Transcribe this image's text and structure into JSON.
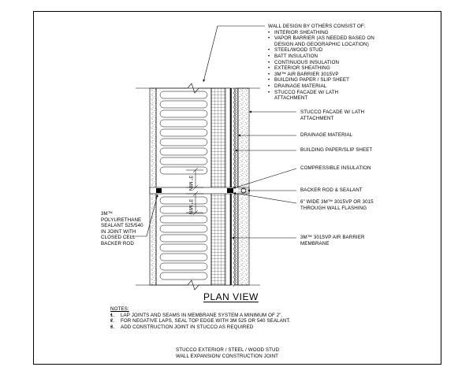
{
  "wall_design": {
    "heading": "WALL DESIGN BY OTHERS CONSIST OF:",
    "items": [
      "INTERIOR SHEATHING",
      "VAPOR BARRIER (AS NEEDED BASED ON DESIGN AND GEOGRAPHIC LOCATION)",
      "STEEL/WOOD STUD",
      "BATT INSULATION",
      "CONTINUOUS INSULATION",
      "EXTERIOR SHEATHING",
      "3M™ AIR BARRIER 3015VP",
      "BUILDING PAPER / SLIP SHEET",
      "DRAINAGE MATERIAL",
      "STUCCO FACADE W/ LATH ATTACHMENT"
    ]
  },
  "callouts": {
    "stucco": "STUCCO FACADE W/ LATH ATTACHMENT",
    "drainage": "DRAINAGE MATERIAL",
    "building_paper": "BUILDING PAPER/SLIP SHEET",
    "compressible": "COMPRESSIBLE INSULATION",
    "backer": "BACKER ROD & SEALANT",
    "flashing": "6\" WIDE 3M™ 3015VP OR 3015 THROUGH WALL FLASHING",
    "air_barrier": "3M™ 3015VP AIR BARRIER MEMBRANE",
    "sealant": "3M™ POLYURETHANE SEALANT 525/540 IN JOINT WITH CLOSED CELL BACKER ROD"
  },
  "dimensions": {
    "upper": "3\" MIN",
    "lower": "3\" MIN"
  },
  "title": "PLAN VIEW",
  "notes": {
    "heading": "NOTES:",
    "items": [
      {
        "num": "1.",
        "text": "LAP JOINTS AND SEAMS IN MEMBRANE SYSTEM A MINIMUM OF 2\"."
      },
      {
        "num": "2.",
        "text": "FOR NEGATIVE LAPS, SEAL TOP EDGE WITH 3M 525 OR 540 SEALANT."
      },
      {
        "num": "3.",
        "text": "ADD CONSTRUCTION JOINT IN STUCCO AS REQUIRED"
      }
    ]
  },
  "detail_title": "STUCCO EXTERIOR / STEEL / WOOD STUD WALL EXPANSION/ CONSTRUCTION JOINT",
  "colors": {
    "line": "#000000",
    "background": "#ffffff"
  }
}
